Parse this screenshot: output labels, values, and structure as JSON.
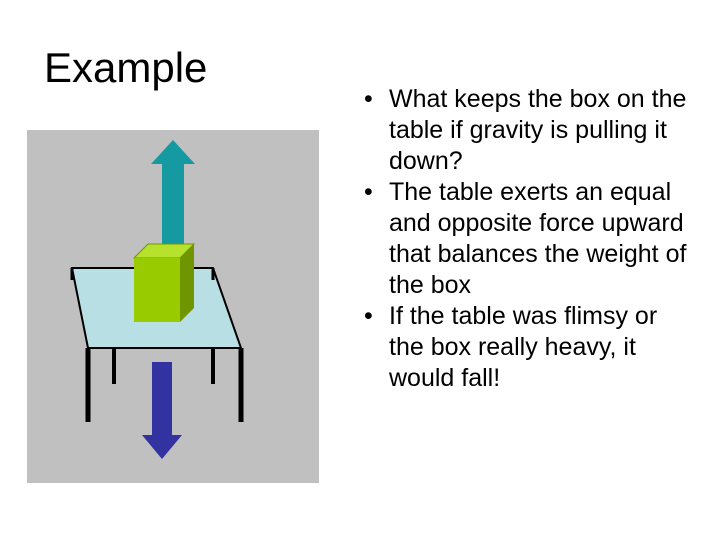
{
  "slide": {
    "title": "Example",
    "bullet_symbol": "•",
    "bullets": [
      "What keeps the box on the table if gravity is pulling it down?",
      "The table exerts an equal and opposite force upward that balances the weight of the box",
      "If the table was flimsy or the box really heavy, it would fall!"
    ]
  },
  "figure": {
    "icons": [
      "upward-force-arrow-icon",
      "box-icon",
      "table-icon",
      "downward-weight-arrow-icon"
    ],
    "colors": {
      "background": "#c0c0c0",
      "upward_arrow": "#149aa0",
      "downward_arrow": "#3232a0",
      "table_top": "#b8e0e4",
      "box_front": "#99cc00",
      "box_top": "#b6e22e",
      "box_side": "#6f9600",
      "legs": "#000000"
    }
  }
}
